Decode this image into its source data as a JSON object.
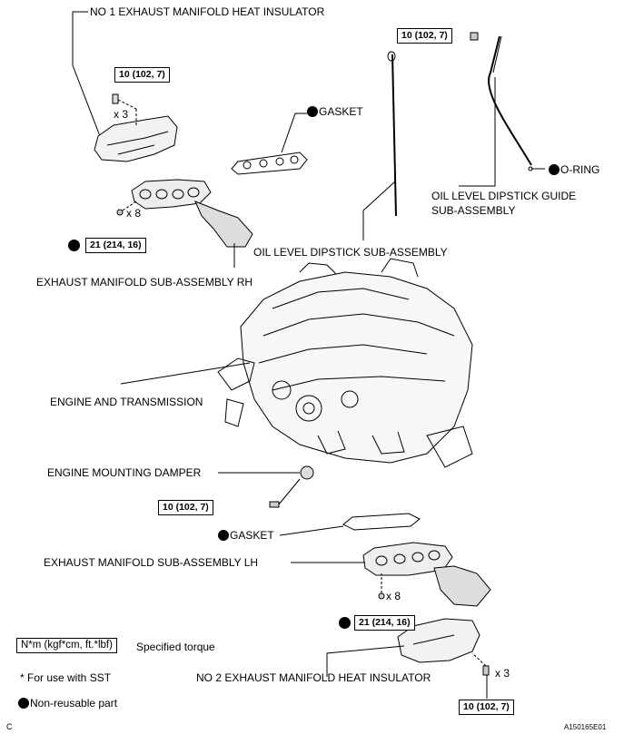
{
  "labels": {
    "no1_insulator": "NO 1 EXHAUST MANIFOLD HEAT INSULATOR",
    "gasket_top": "GASKET",
    "o_ring": "O-RING",
    "guide_line1": "OIL LEVEL DIPSTICK GUIDE",
    "guide_line2": "SUB-ASSEMBLY",
    "dipstick": "OIL LEVEL DIPSTICK SUB-ASSEMBLY",
    "manifold_rh": "EXHAUST MANIFOLD SUB-ASSEMBLY RH",
    "engine_trans": "ENGINE AND TRANSMISSION",
    "mount_damper": "ENGINE MOUNTING DAMPER",
    "gasket_bottom": "GASKET",
    "manifold_lh": "EXHAUST MANIFOLD SUB-ASSEMBLY LH",
    "no2_insulator": "NO 2 EXHAUST MANIFOLD HEAT INSULATOR"
  },
  "torques": {
    "t1": "10 (102, 7)",
    "t2": "10 (102, 7)",
    "t3": "21 (214, 16)",
    "t4": "10 (102, 7)",
    "t5": "21 (214, 16)",
    "t6": "10 (102, 7)"
  },
  "qty": {
    "q1": "x 3",
    "q2": "x 8",
    "q3": "x 8",
    "q4": "x 3"
  },
  "legend": {
    "unit_box": "N*m (kgf*cm, ft.*lbf)",
    "unit_desc": "Specified torque",
    "sst_note": "* For use with SST",
    "nonreusable": "Non-reusable part"
  },
  "footer": {
    "corner_letter": "C",
    "figure_id": "A150165E01"
  }
}
